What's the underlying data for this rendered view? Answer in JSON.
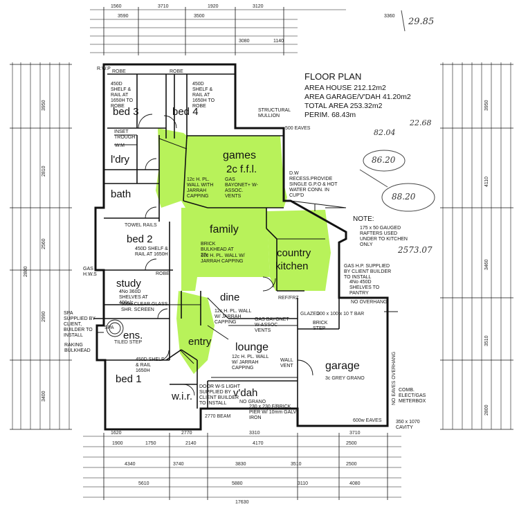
{
  "title_block": {
    "title": "FLOOR PLAN",
    "area_house": "AREA HOUSE  212.12m2",
    "area_garage": "AREA GARAGE/V'DAH 41.20m2",
    "total_area": "TOTAL AREA 253.32m2",
    "perimeter": "PERIM.  68.43m"
  },
  "handwritten": {
    "top_right": "29.85",
    "n1": "82.04",
    "n2": "22.68",
    "n3": "86.20",
    "n4": "88.20",
    "n5": "2573.07"
  },
  "rooms": {
    "bed3": "bed 3",
    "bed4": "bed 4",
    "games": "games",
    "games_sub": "2c f.f.l.",
    "ldry": "l'dry",
    "bath": "bath",
    "family": "family",
    "bed2": "bed 2",
    "country_kitchen_1": "country",
    "country_kitchen_2": "kitchen",
    "study": "study",
    "dine": "dine",
    "ens": "ens.",
    "entry": "entry",
    "lounge": "lounge",
    "garage": "garage",
    "bed1": "bed 1",
    "wir": "w.i.r.",
    "vdah": "v'dah",
    "nograno": "NO GRANO"
  },
  "notes": {
    "note_title": "NOTE:",
    "note_body": "175 x 50 GAUGED RAFTERS USED UNDER TO KITCHEN ONLY",
    "robe1": "ROBE",
    "robe2": "ROBE",
    "robe3": "ROBE",
    "shelf1": "450D SHELF & RAIL AT 1650H TO ROBE",
    "shelf2": "450D SHELF & RAIL AT 1650H TO ROBE",
    "structural": "STRUCTURAL MULLION",
    "eaves": "500 EAVES",
    "dw": "D.W RECESS.PROVIDE SINGLE G.P.O & HOT WATER CONN. IN CUP'D",
    "games_wall": "12c H. PL. WALL WITH JARRAH CAPPING",
    "games_bay": "GAS BAYONET+ W-ASSOC. VENTS",
    "inset": "INSET TROUGH",
    "wm": "W.M",
    "towel": "TOWEL RAILS",
    "bed2_shelf": "450D SHELF & RAIL AT 1650H",
    "family_bulk": "BRICK BULKHEAD AT 27c",
    "family_wall": "10c H. PL. WALL W/ JARRAH CAPPING",
    "gas_hws": "GAS H.W.S",
    "study_shelf": "4No 360D SHELVES AT 400c/c",
    "clear_glass": "500w CLEAR GLASS SHR. SCREEN",
    "spa_note": "SPA SUPPLIED BY CLIENT, BUILDER TO INSTALL",
    "spa": "SPA",
    "tiled_step": "TILED STEP",
    "raking": "RAKING BULKHEAD",
    "bed1_shelf": "450D SHELF & RAIL 1650H",
    "gas_hp_note": "GAS H.P. SUPPLIED BY CLIENT BUILDER TO INSTALL",
    "shelves_pantry": "4No 450D SHELVES TO PANTRY",
    "ref": "REF/FRZ",
    "no_overhang": "NO OVERHANG",
    "glazed": "GLAZED",
    "lintel": "200 x 100 x 10 T BAR",
    "brick_step": "BRICK STEP",
    "dine_wall": "12c H. PL. WALL W/ JARRAH CAPPING",
    "dine_bay": "GAS BAYONET W-ASSOC VENTS",
    "lounge_wall": "12c H. PL. WALL W/ JARRAH CAPPING",
    "wall_vent": "WALL VENT",
    "garage_grano": "3c GREY GRANO",
    "no_eaves_overhang": "NO EAVES OVERHANG",
    "comb_meter": "COMB. ELECT/GAS METERBOX",
    "door_note": "DOOR W-S LIGHT SUPPLIED BY CLIENT BUILDER TO INSTALL",
    "timber_beam": "2770 BEAM",
    "post": "230 x 230 F/BRICK PIER W/ 10mm GALV IRON",
    "eaves600": "600w EAVES",
    "cavity": "350 x 1070 CAVITY",
    "rwp": "R.W.P"
  },
  "dimensions": {
    "top1": [
      "1560",
      "3710",
      "1920",
      "3120",
      "3360"
    ],
    "top2": [
      "3590",
      "3500",
      "3080",
      "1140"
    ],
    "bottom1": [
      "1620",
      "2770",
      "3310",
      "3710"
    ],
    "bottom2": [
      "1900",
      "1750",
      "2140",
      "4170",
      "2500"
    ],
    "bottom3": [
      "4340",
      "3740",
      "3830",
      "3510",
      "2500"
    ],
    "bottom4": [
      "5610",
      "5880",
      "3110",
      "4080"
    ],
    "overall": "17630",
    "left": [
      "3950",
      "2810",
      "2560",
      "2990",
      "3400",
      "2800"
    ],
    "right": [
      "3950",
      "4110",
      "3460",
      "3510",
      "2800"
    ]
  },
  "colors": {
    "ink": "#111111",
    "highlight": "#b8f25a",
    "paper": "#ffffff"
  }
}
